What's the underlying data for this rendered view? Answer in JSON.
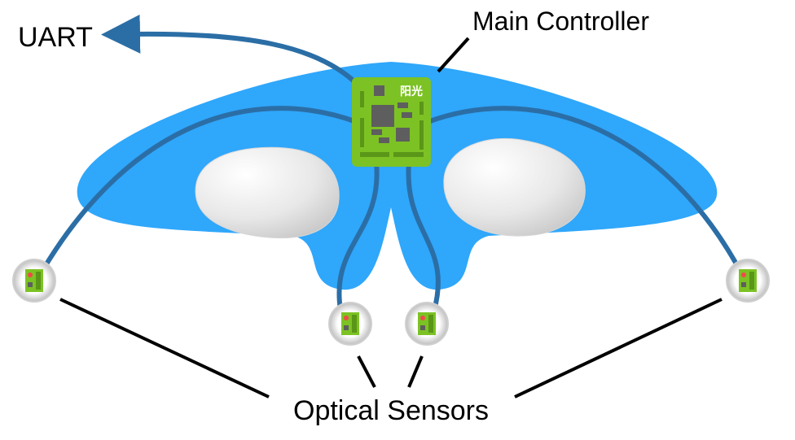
{
  "labels": {
    "uart": "UART",
    "main_controller": "Main Controller",
    "optical_sensors": "Optical Sensors",
    "board_text": "阳光"
  },
  "colors": {
    "body": "#2fa7fb",
    "wire": "#2b6ea6",
    "board": "#7cc224",
    "board_dark": "#5a9618",
    "chip": "#5e5e5e",
    "sensor_led": "#f04a4a"
  }
}
